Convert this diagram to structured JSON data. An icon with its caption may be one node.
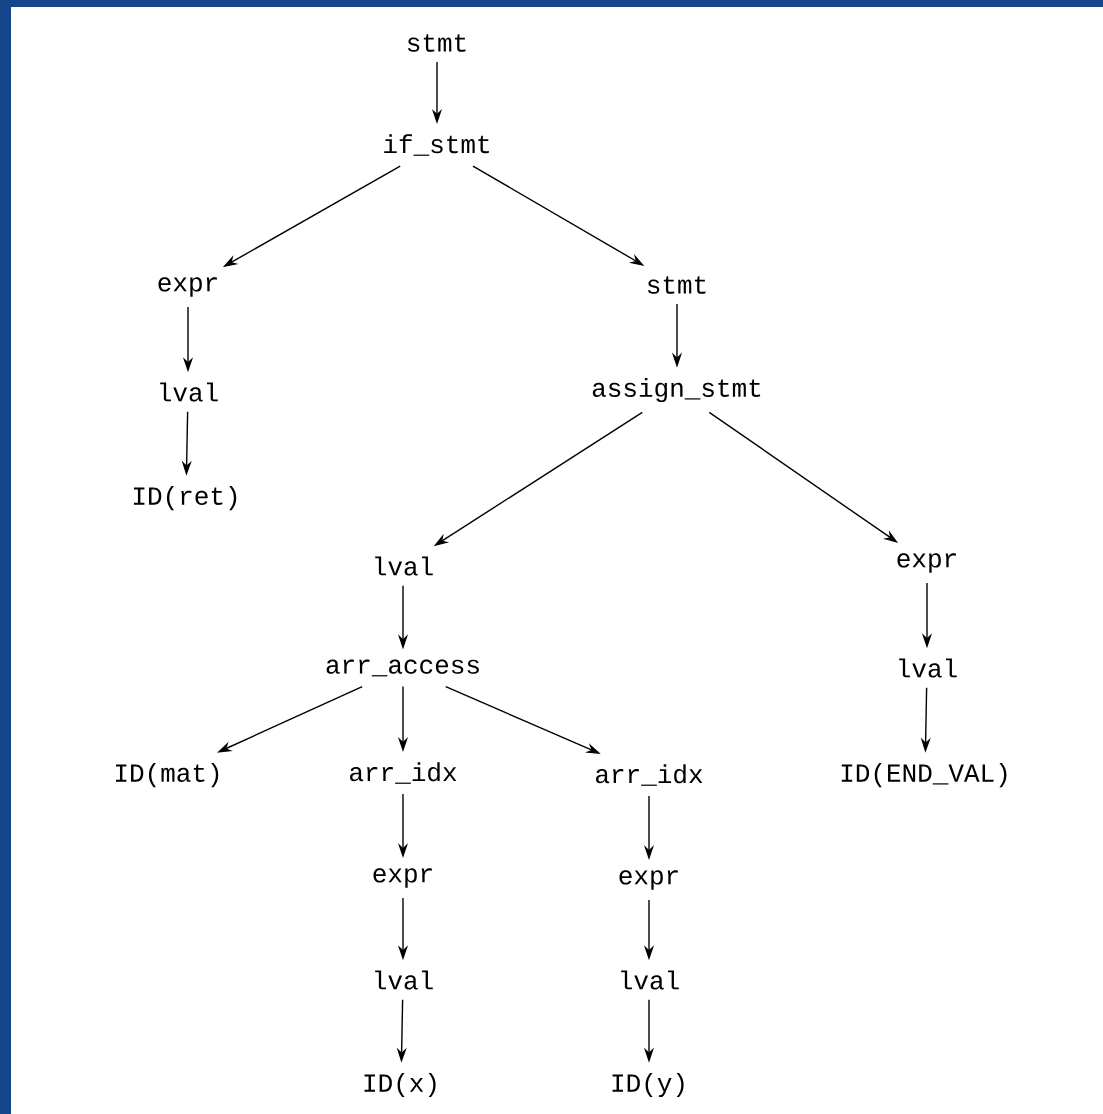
{
  "diagram": {
    "nodes": [
      {
        "text": [
          "stmt"
        ]
      },
      {
        "text": [
          "if_stmt"
        ]
      },
      {
        "text": [
          "expr"
        ]
      },
      {
        "text": [
          "stmt"
        ]
      },
      {
        "text": [
          "lval"
        ]
      },
      {
        "text": [
          "ID(ret)"
        ]
      },
      {
        "text": [
          "assign_stmt"
        ]
      },
      {
        "text": [
          "lval"
        ]
      },
      {
        "text": [
          "expr"
        ]
      },
      {
        "text": [
          "arr_access"
        ]
      },
      {
        "text": [
          "lval"
        ]
      },
      {
        "text": [
          "ID(mat)"
        ]
      },
      {
        "text": [
          "arr_idx"
        ]
      },
      {
        "text": [
          "arr_idx"
        ]
      },
      {
        "text": [
          "ID(END_VAL)"
        ]
      },
      {
        "text": [
          "expr"
        ]
      },
      {
        "text": [
          "expr"
        ]
      },
      {
        "text": [
          "lval"
        ]
      },
      {
        "text": [
          "lval"
        ]
      },
      {
        "text": [
          "ID(x)"
        ]
      },
      {
        "text": [
          "ID(y)"
        ]
      }
    ],
    "edges": [
      {
        "from": 0,
        "to": 1,
        "arrow": "to"
      },
      {
        "from": 1,
        "to": 2,
        "arrow": "to"
      },
      {
        "from": 1,
        "to": 3,
        "arrow": "to"
      },
      {
        "from": 2,
        "to": 4,
        "arrow": "to"
      },
      {
        "from": 4,
        "to": 5,
        "arrow": "to"
      },
      {
        "from": 3,
        "to": 6,
        "arrow": "to"
      },
      {
        "from": 6,
        "to": 7,
        "arrow": "to"
      },
      {
        "from": 6,
        "to": 8,
        "arrow": "to"
      },
      {
        "from": 7,
        "to": 9,
        "arrow": "to"
      },
      {
        "from": 8,
        "to": 10,
        "arrow": "to"
      },
      {
        "from": 9,
        "to": 11,
        "arrow": "to"
      },
      {
        "from": 9,
        "to": 12,
        "arrow": "to"
      },
      {
        "from": 9,
        "to": 13,
        "arrow": "to"
      },
      {
        "from": 10,
        "to": 14,
        "arrow": "to"
      },
      {
        "from": 12,
        "to": 15,
        "arrow": "to"
      },
      {
        "from": 13,
        "to": 16,
        "arrow": "to"
      },
      {
        "from": 15,
        "to": 17,
        "arrow": "to"
      },
      {
        "from": 16,
        "to": 18,
        "arrow": "to"
      },
      {
        "from": 17,
        "to": 19,
        "arrow": "to"
      },
      {
        "from": 18,
        "to": 20,
        "arrow": "to"
      }
    ]
  }
}
